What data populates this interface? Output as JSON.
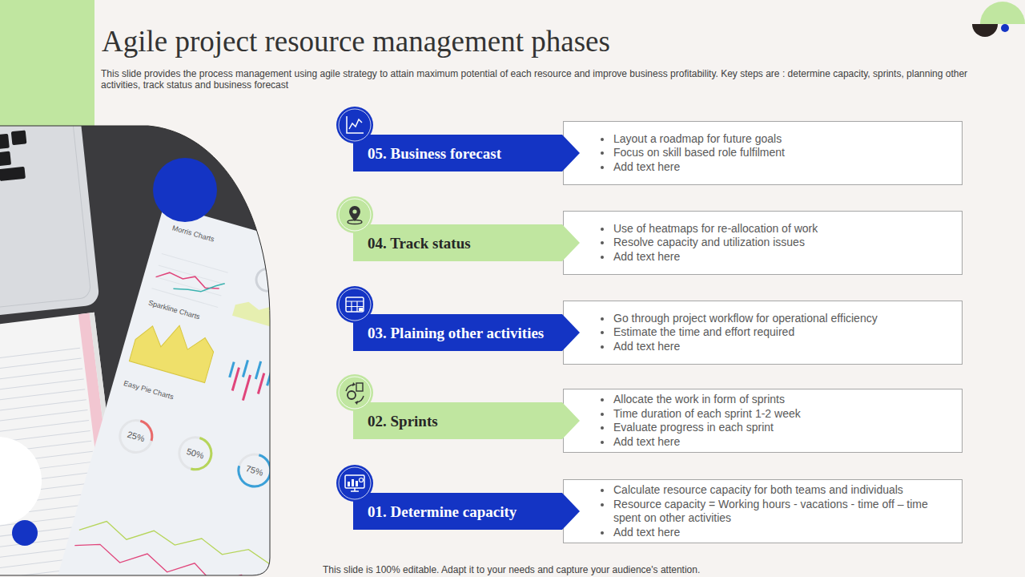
{
  "diagram": {
    "title": "Agile project resource management phases",
    "caption": "This slide provides the process management using agile strategy to attain maximum potential of each resource and improve business profitability. Key steps are : determine capacity, sprints, planning other activities, track status and business forecast",
    "nodes": [
      {
        "text": [
          "05. Business forecast"
        ]
      },
      {
        "text": [
          "Layout a roadmap for future goals",
          "Focus on skill based role fulfilment",
          "Add text here"
        ]
      },
      {
        "text": [
          "04. Track status"
        ]
      },
      {
        "text": [
          "Use of heatmaps for re-allocation of work",
          "Resolve capacity and utilization issues",
          "Add text here"
        ]
      },
      {
        "text": [
          "03. Plaining other activities"
        ]
      },
      {
        "text": [
          "Go through project workflow for operational efficiency",
          "Estimate the time and effort required",
          "Add text here"
        ]
      },
      {
        "text": [
          "02. Sprints"
        ]
      },
      {
        "text": [
          "Allocate the work in form of sprints",
          "Time duration of each sprint 1-2 week",
          "Evaluate progress in each sprint",
          "Add text here"
        ]
      },
      {
        "text": [
          "01. Determine capacity"
        ]
      },
      {
        "text": [
          "Calculate resource capacity for both teams and individuals",
          "Resource capacity = Working hours - vacations - time off – time spent on other activities",
          "Add text here"
        ]
      }
    ],
    "labels": [
      "Morris Charts",
      "Sparkline Charts",
      "Easy Pie Charts",
      "25%",
      "50%",
      "75%",
      "This slide is 100% editable. Adapt it to your needs and capture your audience's attention."
    ]
  }
}
